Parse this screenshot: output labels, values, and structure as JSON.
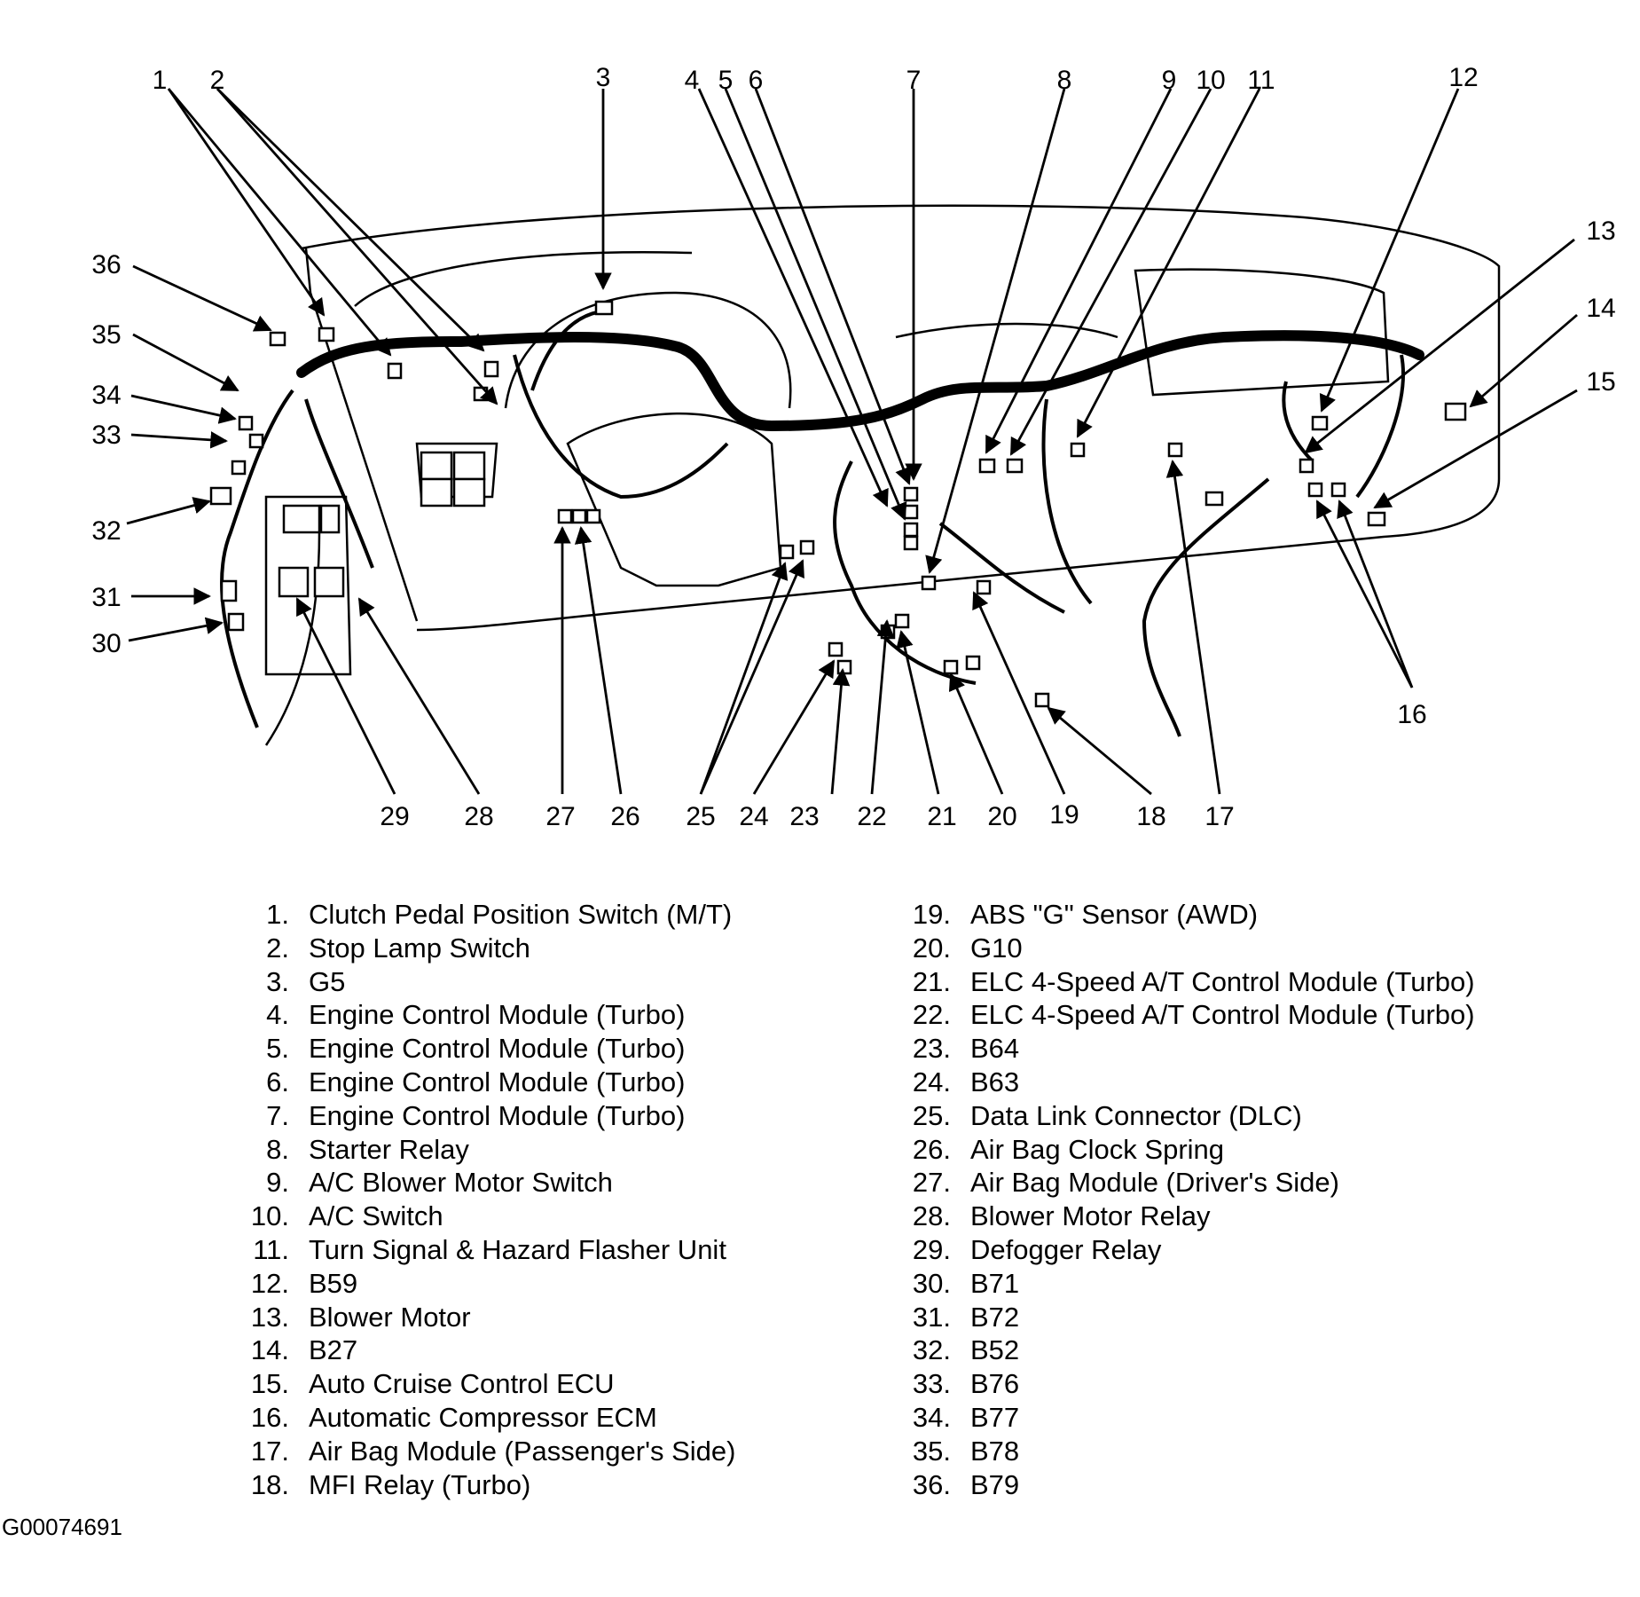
{
  "figure_id": "G00074691",
  "callout_numbers": [
    "1",
    "2",
    "3",
    "4",
    "5",
    "6",
    "7",
    "8",
    "9",
    "10",
    "11",
    "12",
    "13",
    "14",
    "15",
    "16",
    "17",
    "18",
    "19",
    "20",
    "21",
    "22",
    "23",
    "24",
    "25",
    "26",
    "27",
    "28",
    "29",
    "30",
    "31",
    "32",
    "33",
    "34",
    "35",
    "36"
  ],
  "legend_left": [
    {
      "num": "1.",
      "label": "Clutch Pedal Position Switch (M/T)"
    },
    {
      "num": "2.",
      "label": "Stop Lamp Switch"
    },
    {
      "num": "3.",
      "label": "G5"
    },
    {
      "num": "4.",
      "label": "Engine Control Module (Turbo)"
    },
    {
      "num": "5.",
      "label": "Engine Control Module (Turbo)"
    },
    {
      "num": "6.",
      "label": "Engine Control Module (Turbo)"
    },
    {
      "num": "7.",
      "label": "Engine Control Module (Turbo)"
    },
    {
      "num": "8.",
      "label": "Starter Relay"
    },
    {
      "num": "9.",
      "label": "A/C Blower Motor Switch"
    },
    {
      "num": "10.",
      "label": "A/C Switch"
    },
    {
      "num": "11.",
      "label": "Turn Signal & Hazard Flasher Unit"
    },
    {
      "num": "12.",
      "label": "B59"
    },
    {
      "num": "13.",
      "label": "Blower Motor"
    },
    {
      "num": "14.",
      "label": "B27"
    },
    {
      "num": "15.",
      "label": "Auto Cruise Control ECU"
    },
    {
      "num": "16.",
      "label": "Automatic Compressor ECM"
    },
    {
      "num": "17.",
      "label": "Air Bag Module (Passenger's Side)"
    },
    {
      "num": "18.",
      "label": "MFI Relay (Turbo)"
    }
  ],
  "legend_right": [
    {
      "num": "19.",
      "label": "ABS \"G\" Sensor (AWD)"
    },
    {
      "num": "20.",
      "label": "G10"
    },
    {
      "num": "21.",
      "label": "ELC 4-Speed A/T Control Module (Turbo)"
    },
    {
      "num": "22.",
      "label": "ELC 4-Speed A/T Control Module (Turbo)"
    },
    {
      "num": "23.",
      "label": "B64"
    },
    {
      "num": "24.",
      "label": "B63"
    },
    {
      "num": "25.",
      "label": "Data Link Connector (DLC)"
    },
    {
      "num": "26.",
      "label": "Air Bag Clock Spring"
    },
    {
      "num": "27.",
      "label": "Air Bag Module (Driver's Side)"
    },
    {
      "num": "28.",
      "label": "Blower Motor Relay"
    },
    {
      "num": "29.",
      "label": "Defogger Relay"
    },
    {
      "num": "30.",
      "label": "B71"
    },
    {
      "num": "31.",
      "label": "B72"
    },
    {
      "num": "32.",
      "label": "B52"
    },
    {
      "num": "33.",
      "label": "B76"
    },
    {
      "num": "34.",
      "label": "B77"
    },
    {
      "num": "35.",
      "label": "B78"
    },
    {
      "num": "36.",
      "label": "B79"
    }
  ]
}
